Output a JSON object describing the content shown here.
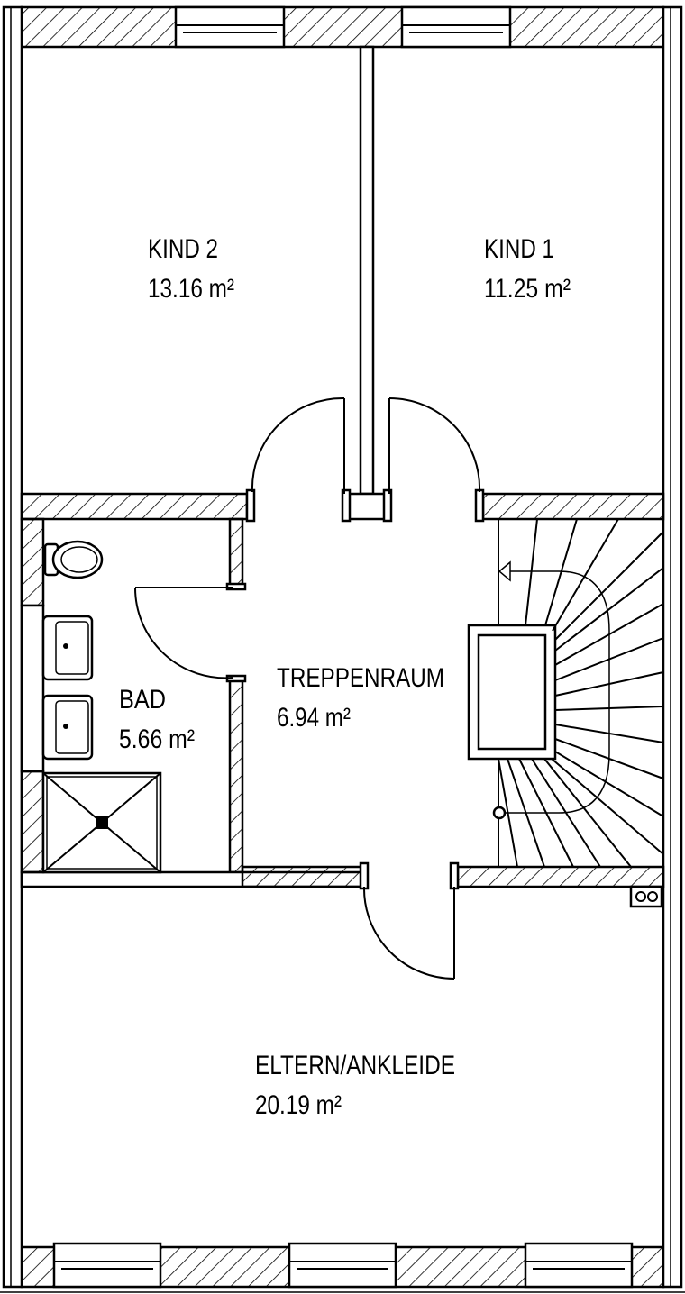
{
  "rooms": [
    {
      "id": "kind2",
      "name": "KIND 2",
      "area": "13.16 m²"
    },
    {
      "id": "kind1",
      "name": "KIND 1",
      "area": "11.25 m²"
    },
    {
      "id": "treppenraum",
      "name": "TREPPENRAUM",
      "area": "6.94 m²"
    },
    {
      "id": "bad",
      "name": "BAD",
      "area": "5.66 m²"
    },
    {
      "id": "eltern",
      "name": "ELTERN/ANKLEIDE",
      "area": "20.19 m²"
    }
  ],
  "colors": {
    "line": "#000000",
    "background": "#ffffff"
  }
}
